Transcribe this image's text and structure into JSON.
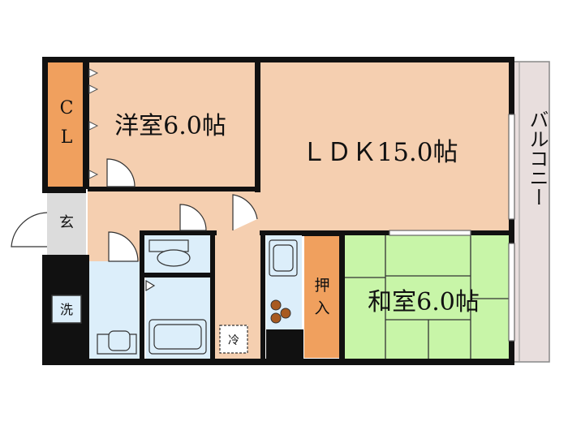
{
  "rooms": {
    "closet": {
      "line1": "C",
      "line2": "L"
    },
    "western": {
      "label": "洋室6.0帖"
    },
    "ldk": {
      "label": "ＬＤＫ15.0帖"
    },
    "japanese": {
      "label": "和室6.0帖"
    },
    "oshiire": {
      "line1": "押",
      "line2": "入"
    },
    "entrance": {
      "label": "玄"
    },
    "washer": {
      "label": "洗"
    },
    "fridge": {
      "label": "冷"
    },
    "balcony": {
      "label": "バルコニー"
    }
  },
  "colors": {
    "room_fill": "#f5cfb0",
    "closet_fill": "#f0a05e",
    "tatami_fill": "#c8f5a8",
    "wet_fill": "#dceefa",
    "entrance_fill": "#dcdcdc",
    "balcony_fill": "#e8dedd",
    "wall": "#111111"
  }
}
